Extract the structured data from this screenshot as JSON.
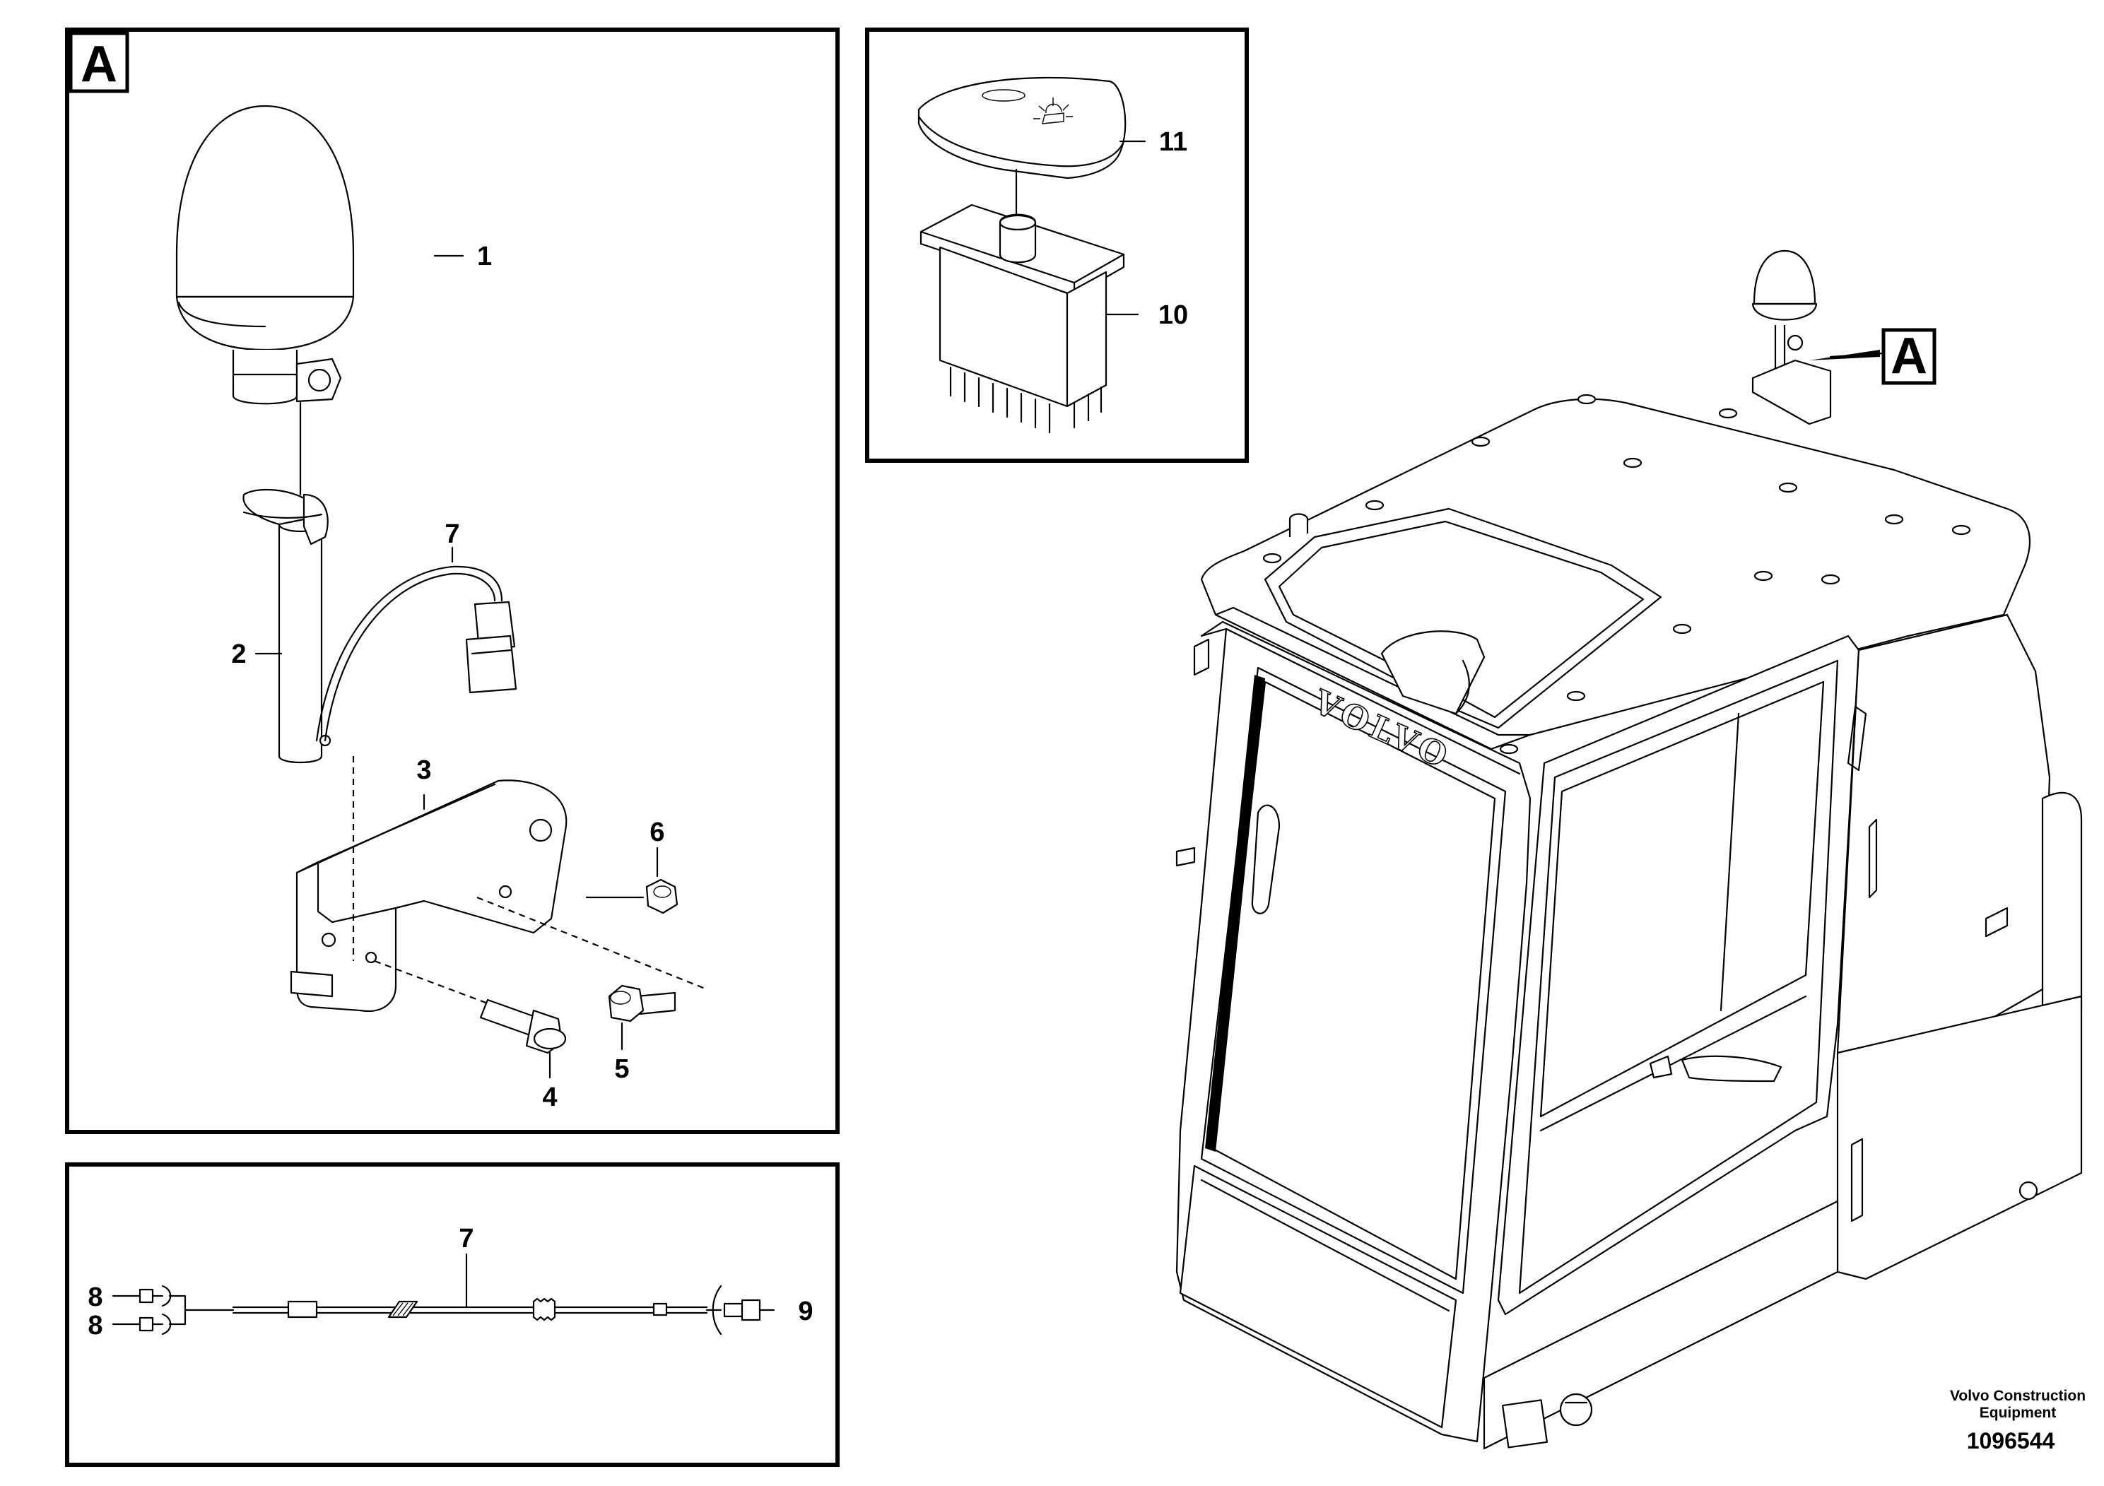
{
  "detail_box_label": "A",
  "callout_label": "A",
  "parts": {
    "p1": "1",
    "p2": "2",
    "p3": "3",
    "p4": "4",
    "p5": "5",
    "p6": "6",
    "p7": "7",
    "p7b": "7",
    "p8a": "8",
    "p8b": "8",
    "p9": "9",
    "p10": "10",
    "p11": "11"
  },
  "cab_emblem": "VOLVO",
  "footer": {
    "brand_line1": "Volvo Construction",
    "brand_line2": "Equipment",
    "drawing_number": "1096544"
  }
}
